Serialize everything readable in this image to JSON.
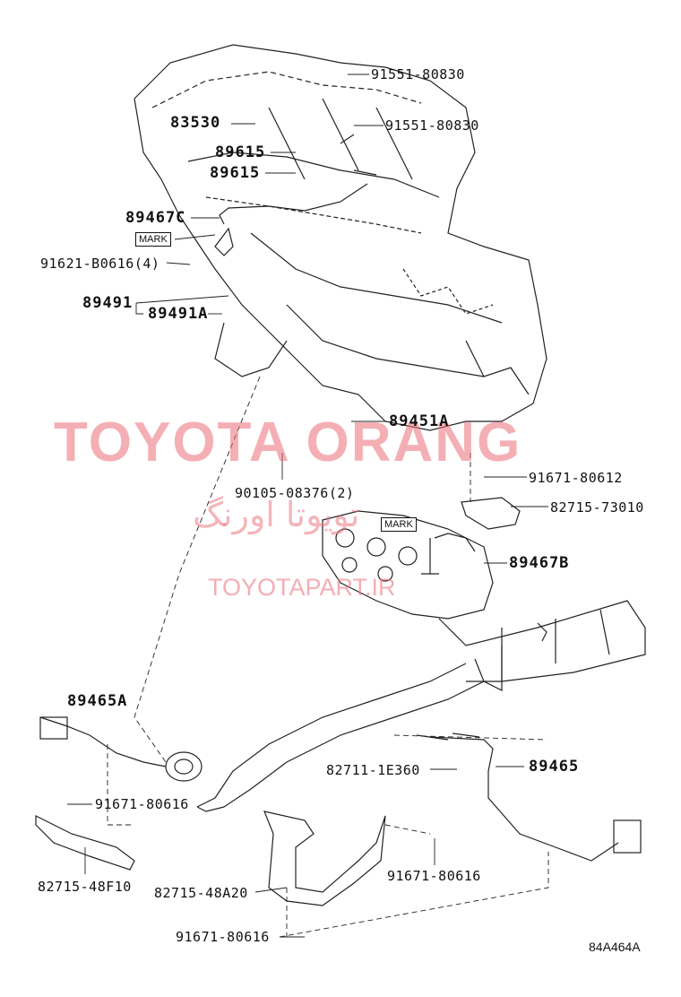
{
  "watermark": {
    "primary": "TOYOTA ORANG",
    "secondary": "تویوتا اورنگ",
    "tertiary": "TOYOTAPART.IR",
    "color": "#eb6e78"
  },
  "diagram_code": "84A464A",
  "mark_tags": [
    "MARK",
    "MARK"
  ],
  "labels": [
    "91551-80830",
    "91551-80830",
    "83530",
    "89615",
    "89615",
    "89467C",
    "91621-B0616(4)",
    "89491",
    "89491A",
    "89451A",
    "91671-80612",
    "90105-08376(2)",
    "82715-73010",
    "89467B",
    "89465A",
    "82711-1E360",
    "89465",
    "91671-80616",
    "91671-80616",
    "82715-48F10",
    "82715-48A20",
    "91671-80616"
  ]
}
